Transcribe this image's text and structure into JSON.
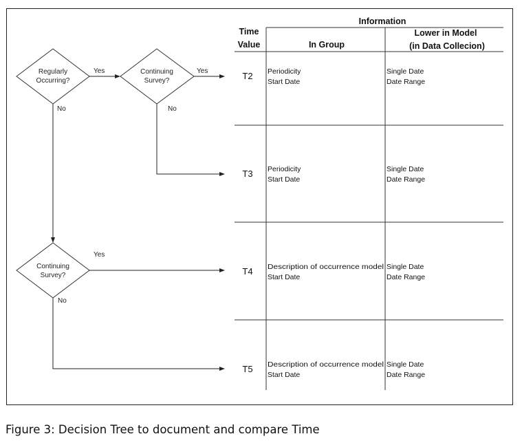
{
  "header": {
    "time_value_line1": "Time",
    "time_value_line2": "Value",
    "information": "Information",
    "in_group": "In Group",
    "lower_line1": "Lower in Model",
    "lower_line2": "(in Data Collecion)"
  },
  "decisions": {
    "regularly_line1": "Regularly",
    "regularly_line2": "Occurring?",
    "continuing_top_line1": "Continuing",
    "continuing_top_line2": "Survey?",
    "continuing_bottom_line1": "Continuing",
    "continuing_bottom_line2": "Survey?"
  },
  "edge_labels": {
    "yes_1": "Yes",
    "yes_2": "Yes",
    "no_1": "No",
    "no_2": "No",
    "yes_3": "Yes",
    "no_3": "No"
  },
  "rows": [
    {
      "time": "T2",
      "group_line1": "Periodicity",
      "group_line2": "Start Date",
      "lower_line1": "Single Date",
      "lower_line2": "Date Range"
    },
    {
      "time": "T3",
      "group_line1": "Periodicity",
      "group_line2": "Start Date",
      "lower_line1": "Single Date",
      "lower_line2": "Date Range"
    },
    {
      "time": "T4",
      "group_line1": "Description of occurrence model",
      "group_line2": "Start Date",
      "lower_line1": "Single Date",
      "lower_line2": "Date Range"
    },
    {
      "time": "T5",
      "group_line1": "Description of occurrence model",
      "group_line2": "Start Date",
      "lower_line1": "Single Date",
      "lower_line2": "Date Range"
    }
  ],
  "caption": "Figure 3: Decision Tree to document and compare Time"
}
